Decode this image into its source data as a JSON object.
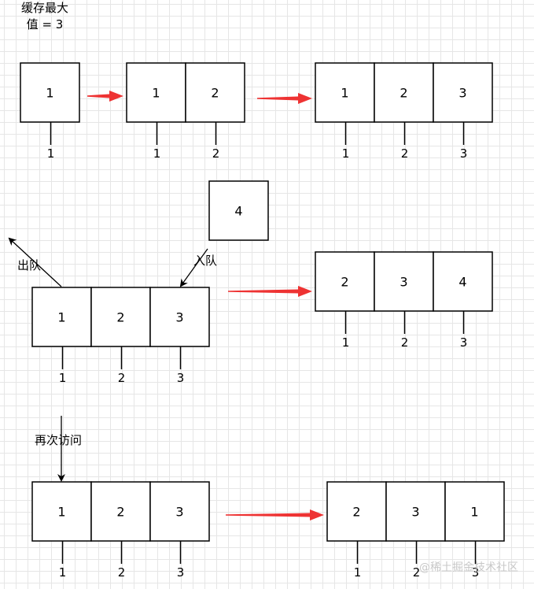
{
  "title": {
    "line1": "缓存最大",
    "line2": "值 = 3"
  },
  "labels": {
    "dequeue": "出队",
    "enqueue": "入队",
    "revisit": "再次访问"
  },
  "watermark": "@稀土掘金技术社区",
  "colors": {
    "arrow": "#ee3333",
    "stroke": "#000000",
    "grid": "#e6e6e6"
  },
  "stages": {
    "r1a": {
      "boxes": [
        "1"
      ],
      "ticks": [
        "1"
      ]
    },
    "r1b": {
      "boxes": [
        "1",
        "2"
      ],
      "ticks": [
        "1",
        "2"
      ]
    },
    "r1c": {
      "boxes": [
        "1",
        "2",
        "3"
      ],
      "ticks": [
        "1",
        "2",
        "3"
      ]
    },
    "newItem": {
      "boxes": [
        "4"
      ]
    },
    "r2a": {
      "boxes": [
        "1",
        "2",
        "3"
      ],
      "ticks": [
        "1",
        "2",
        "3"
      ]
    },
    "r2b": {
      "boxes": [
        "2",
        "3",
        "4"
      ],
      "ticks": [
        "1",
        "2",
        "3"
      ]
    },
    "r3a": {
      "boxes": [
        "1",
        "2",
        "3"
      ],
      "ticks": [
        "1",
        "2",
        "3"
      ]
    },
    "r3b": {
      "boxes": [
        "2",
        "3",
        "1"
      ],
      "ticks": [
        "1",
        "2",
        "3"
      ]
    }
  }
}
